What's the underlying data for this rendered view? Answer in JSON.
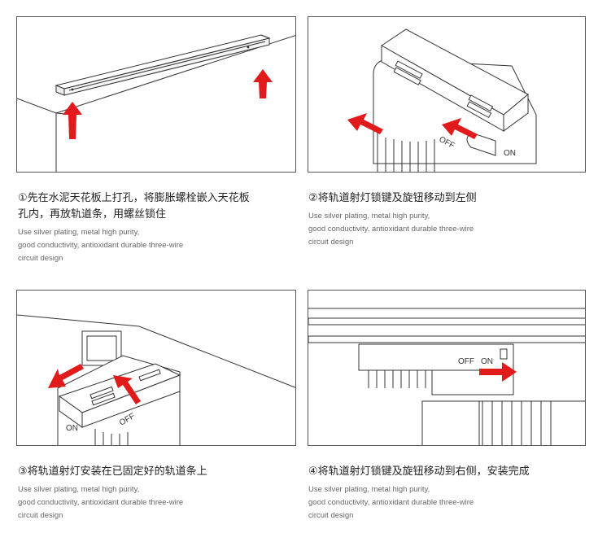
{
  "colors": {
    "arrow": "#e11b1b",
    "line": "#333333",
    "frame": "#555555"
  },
  "steps": [
    {
      "title": "①先在水泥天花板上打孔，将膨胀螺栓嵌入天花板\n  孔内，再放轨道条，用螺丝锁住",
      "desc": [
        "Use silver plating, metal high purity,",
        "good conductivity, antioxidant durable three-wire",
        "circuit design"
      ]
    },
    {
      "title": "②将轨道射灯锁键及旋钮移动到左侧",
      "desc": [
        "Use silver plating, metal high purity,",
        "good conductivity, antioxidant durable three-wire",
        "circuit design"
      ],
      "labels": {
        "off": "OFF",
        "on": "ON"
      }
    },
    {
      "title": "③将轨道射灯安装在已固定好的轨道条上",
      "desc": [
        "Use silver plating, metal high purity,",
        "good conductivity, antioxidant durable three-wire",
        "circuit design"
      ],
      "labels": {
        "off": "OFF",
        "on": "ON"
      }
    },
    {
      "title": "④将轨道射灯锁键及旋钮移动到右侧，安装完成",
      "desc": [
        "Use silver plating, metal high purity,",
        "good conductivity, antioxidant durable three-wire",
        "circuit design"
      ],
      "labels": {
        "off": "OFF",
        "on": "ON"
      }
    }
  ]
}
